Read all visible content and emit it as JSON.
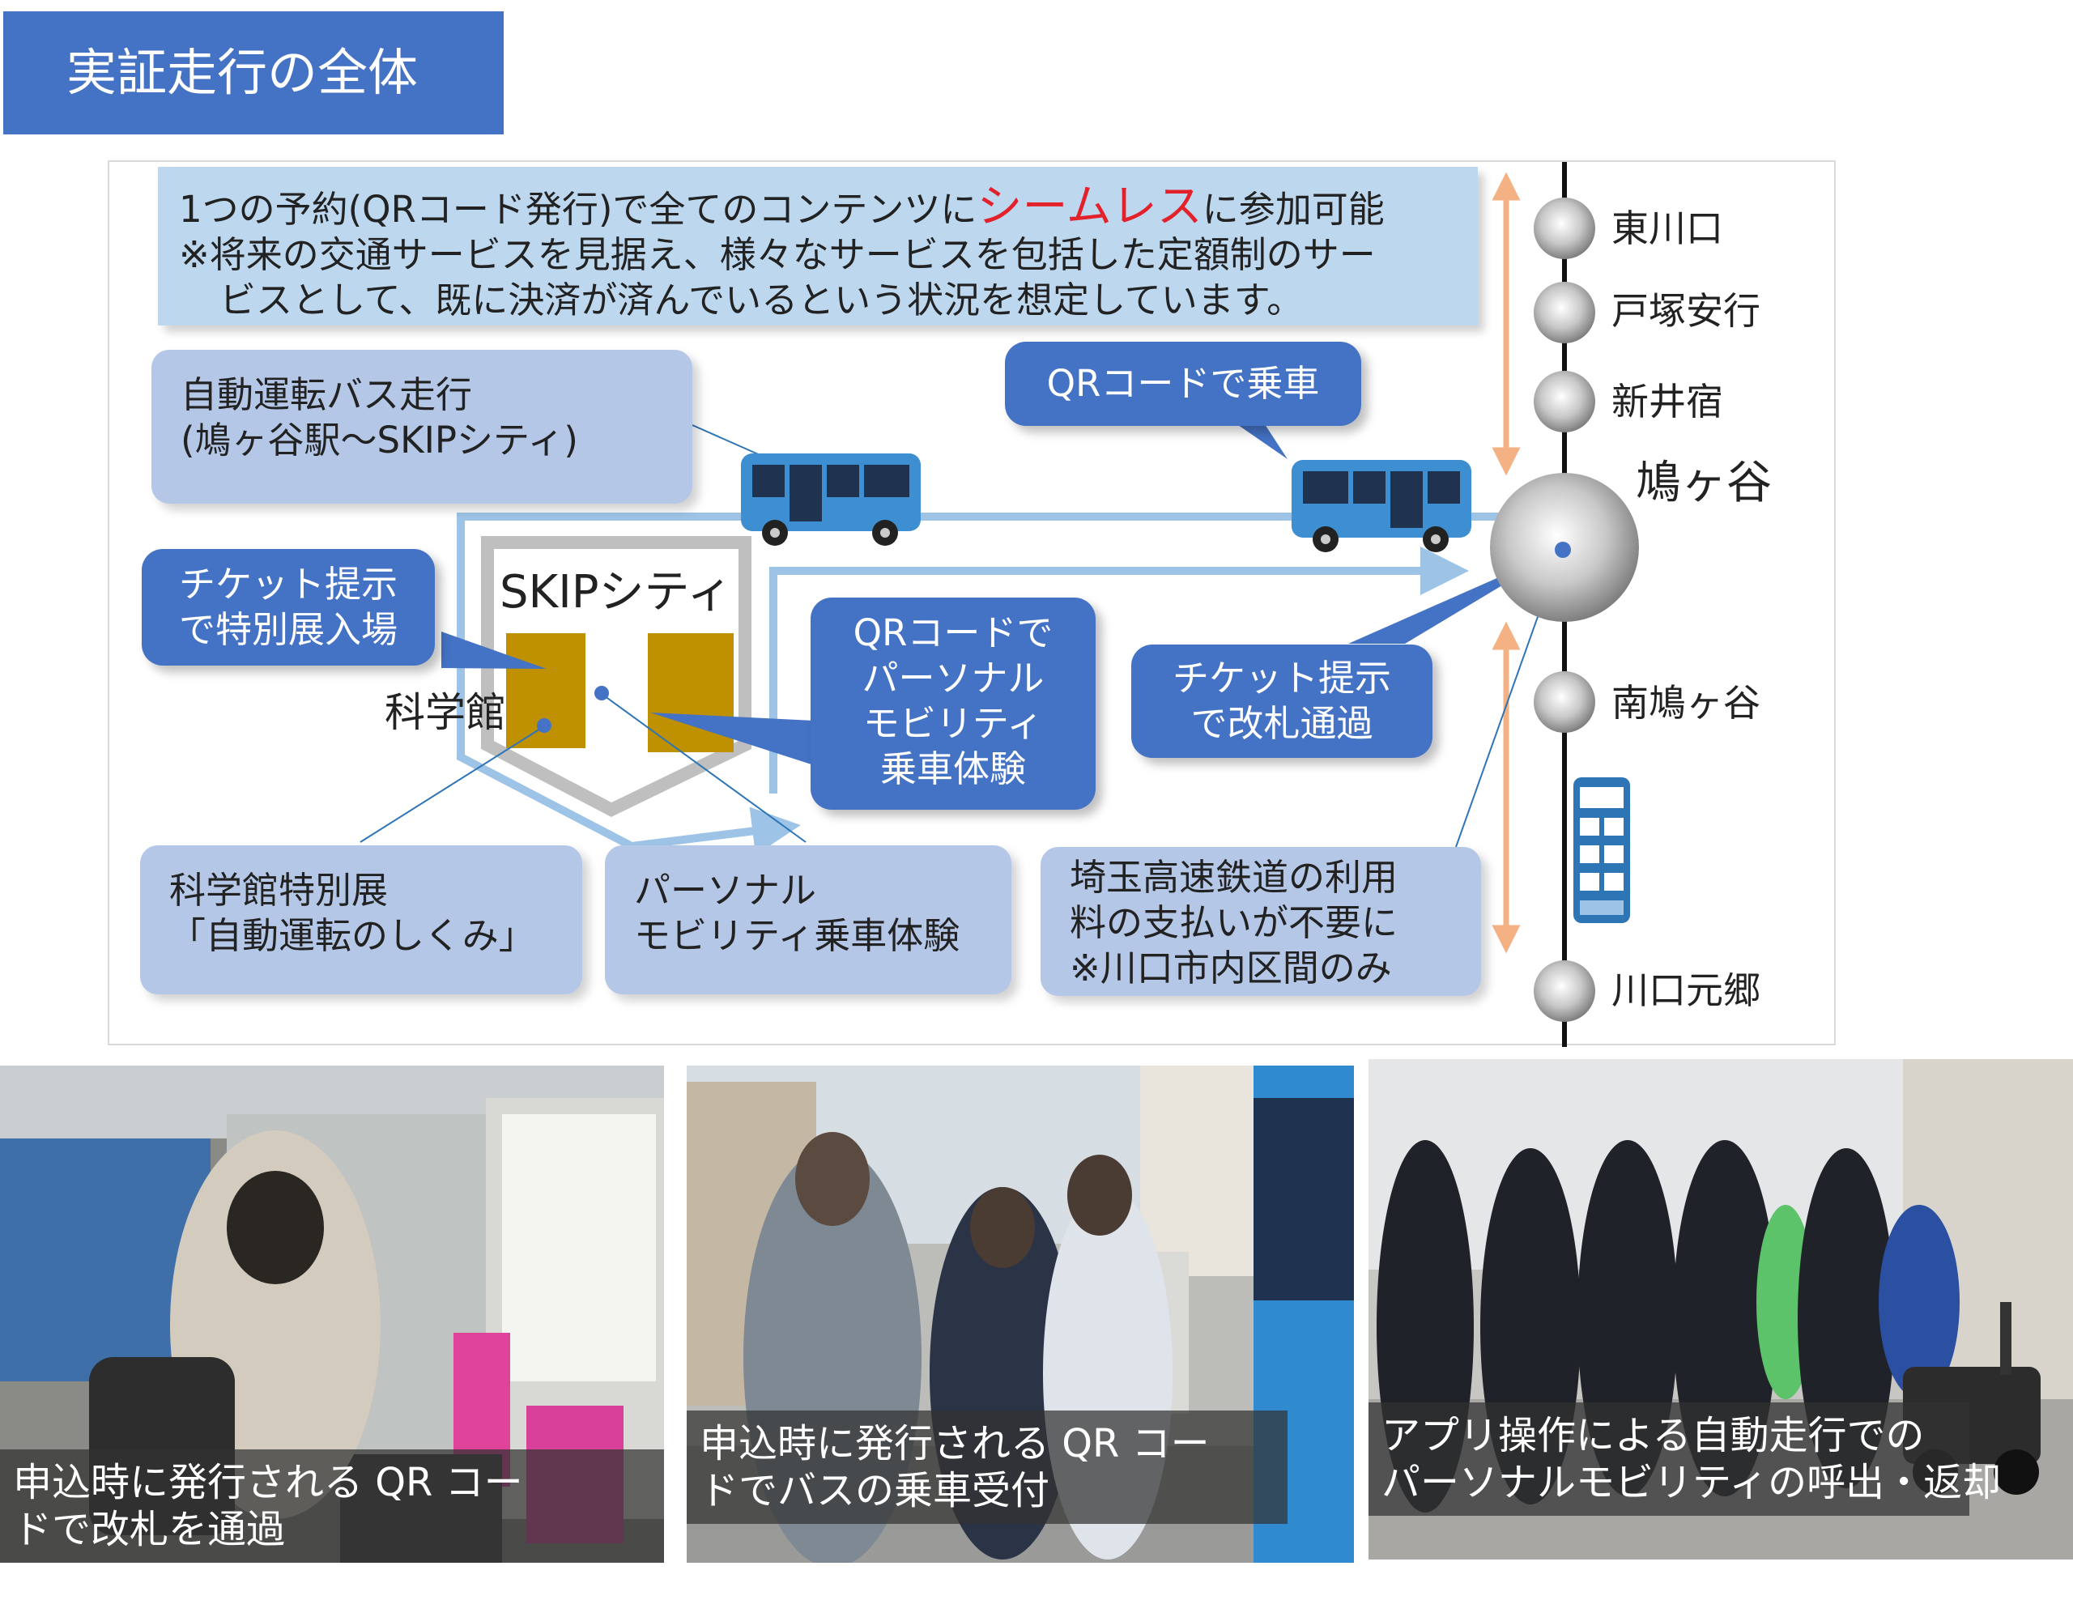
{
  "header": {
    "title": "実証走行の全体"
  },
  "diagram": {
    "note": {
      "line1_pre": "1つの予約(QRコード発行)で全てのコンテンツに",
      "line1_highlight": "シームレス",
      "line1_post": "に参加可能",
      "line2": "※将来の交通サービスを見据え、様々なサービスを包括した定額制のサー",
      "line3": "ビスとして、既に決済が済んでいるという状況を想定しています。"
    },
    "bus_box": {
      "line1": "自動運転バス走行",
      "line2": "(鳩ヶ谷駅～SKIPシティ)"
    },
    "qr_bus_callout": {
      "label": "QRコードで乗車"
    },
    "ticket_exhibit_callout": {
      "line1": "チケット提示",
      "line2": "で特別展入場"
    },
    "skip_city_label": "SKIPシティ",
    "science_museum_label": "科学館",
    "qr_mobility_callout": {
      "line1": "QRコードで",
      "line2": "パーソナル",
      "line3": "モビリティ",
      "line4": "乗車体験"
    },
    "ticket_gate_callout": {
      "line1": "チケット提示",
      "line2": "で改札通過"
    },
    "exhibit_box": {
      "line1": "科学館特別展",
      "line2": "「自動運転のしくみ」"
    },
    "mobility_box": {
      "line1": "パーソナル",
      "line2": "モビリティ乗車体験"
    },
    "railway_box": {
      "line1": "埼玉高速鉄道の利用",
      "line2": "料の支払いが不要に",
      "line3": "※川口市内区間のみ"
    },
    "stations": [
      "東川口",
      "戸塚安行",
      "新井宿",
      "鳩ヶ谷",
      "南鳩ヶ谷",
      "川口元郷"
    ]
  },
  "photos": [
    {
      "line1": "申込時に発行される QR コー",
      "line2": "ドで改札を通過"
    },
    {
      "line1": "申込時に発行される QR コー",
      "line2": "ドでバスの乗車受付"
    },
    {
      "line1": "アプリ操作による自動走行での",
      "line2": "パーソナルモビリティの呼出・返却"
    }
  ],
  "colors": {
    "header_bg": "#4472c4",
    "callout_bg": "#4472c4",
    "box_bg": "#b4c7e7",
    "note_bg": "#bdd7ee",
    "highlight": "#e3212b",
    "building": "#bf9000",
    "route_arrow": "#9dc3e6",
    "range_arrow": "#f4b183"
  }
}
